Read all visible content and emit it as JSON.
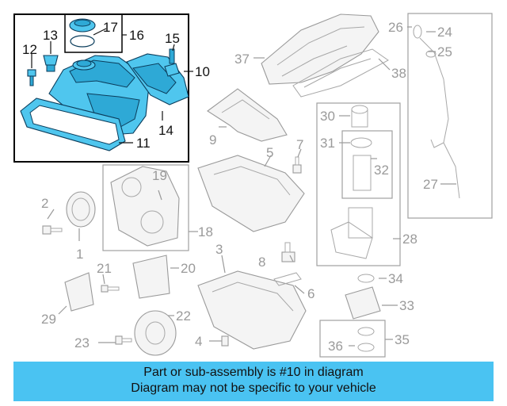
{
  "callouts": {
    "c1": "1",
    "c2": "2",
    "c3": "3",
    "c4": "4",
    "c5": "5",
    "c6": "6",
    "c7": "7",
    "c8": "8",
    "c9": "9",
    "c10": "10",
    "c11": "11",
    "c12": "12",
    "c13": "13",
    "c14": "14",
    "c15": "15",
    "c16": "16",
    "c17": "17",
    "c18": "18",
    "c19": "19",
    "c20": "20",
    "c21": "21",
    "c22": "22",
    "c23": "23",
    "c24": "24",
    "c25": "25",
    "c26": "26",
    "c27": "27",
    "c28": "28",
    "c29": "29",
    "c30": "30",
    "c31": "31",
    "c32": "32",
    "c33": "33",
    "c34": "34",
    "c35": "35",
    "c36": "36",
    "c37": "37",
    "c38": "38"
  },
  "highlight": {
    "part_number": "10",
    "color": "#4fc6ee"
  },
  "banner": {
    "line1": "Part or sub-assembly is #10 in diagram",
    "line2": "Diagram may not be specific to your vehicle",
    "color": "#4ac3f2"
  }
}
